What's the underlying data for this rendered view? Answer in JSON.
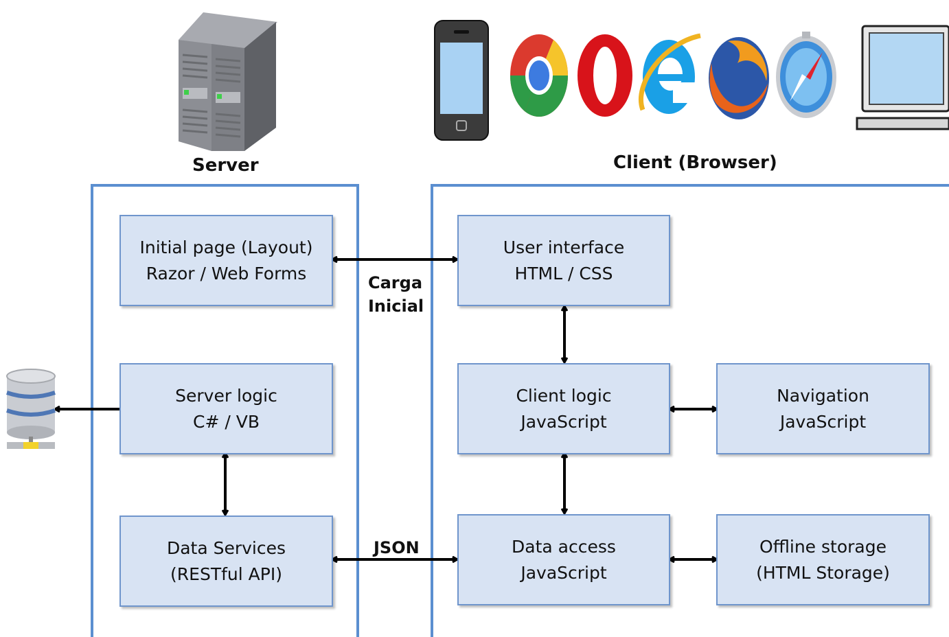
{
  "headings": {
    "server": "Server",
    "client": "Client (Browser)"
  },
  "labels": {
    "initial_load_line1": "Carga",
    "initial_load_line2": "Inicial",
    "json": "JSON"
  },
  "server_boxes": {
    "initial_page": {
      "line1": "Initial page (Layout)",
      "line2": "Razor / Web Forms"
    },
    "server_logic": {
      "line1": "Server logic",
      "line2": "C# / VB"
    },
    "data_services": {
      "line1": "Data Services",
      "line2": "(RESTful API)"
    }
  },
  "client_boxes": {
    "user_interface": {
      "line1": "User interface",
      "line2": "HTML / CSS"
    },
    "client_logic": {
      "line1": "Client logic",
      "line2": "JavaScript"
    },
    "navigation": {
      "line1": "Navigation",
      "line2": "JavaScript"
    },
    "data_access": {
      "line1": "Data access",
      "line2": "JavaScript"
    },
    "offline_storage": {
      "line1": "Offline storage",
      "line2": "(HTML Storage)"
    }
  },
  "icons": {
    "server": "server-tower-icon",
    "database": "database-icon",
    "phone": "smartphone-icon",
    "chrome": "chrome-browser-icon",
    "opera": "opera-browser-icon",
    "ie": "internet-explorer-icon",
    "firefox": "firefox-browser-icon",
    "safari": "safari-browser-icon",
    "laptop": "laptop-icon"
  },
  "colors": {
    "box_fill": "#d8e3f3",
    "box_border": "#6f95cc",
    "region_border": "#5b8fd0",
    "arrow": "#000000"
  }
}
